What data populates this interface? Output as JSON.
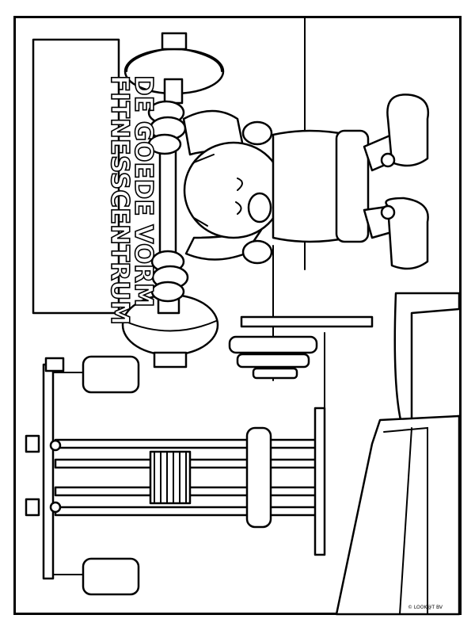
{
  "sign": {
    "line1": "FITNESSCENTRUM",
    "line2": "DE GOEDE VORM"
  },
  "copyright": "© LOOK@T BV",
  "colors": {
    "ink": "#000000",
    "paper": "#ffffff"
  }
}
